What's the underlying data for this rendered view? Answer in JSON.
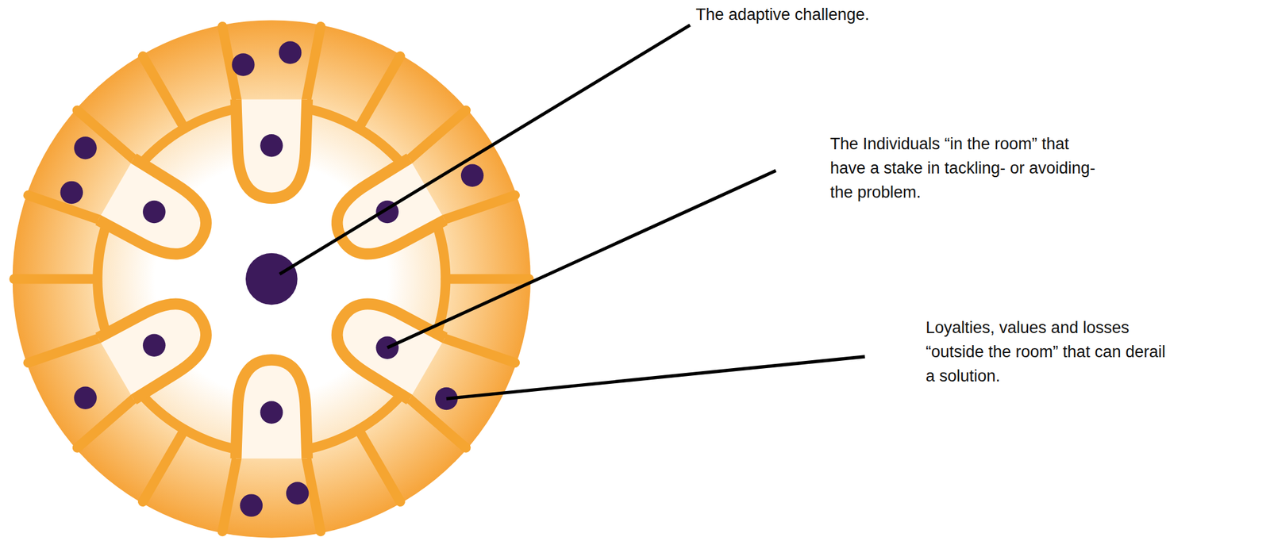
{
  "diagram": {
    "labels": [
      "The adaptive challenge.",
      "The Individuals “in the room” that have a stake in tackling- or avoiding- the problem.",
      "Loyalties, values and losses “outside the room” that can derail a solution."
    ]
  }
}
